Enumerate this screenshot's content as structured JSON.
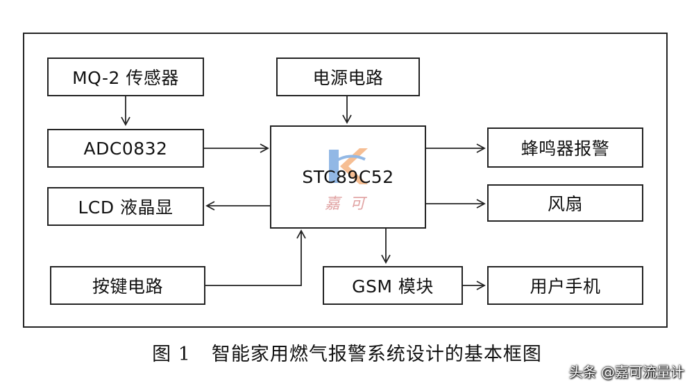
{
  "blocks": {
    "mq2": "MQ-2 传感器",
    "adc": "ADC0832",
    "lcd": "LCD 液晶显",
    "keys": "按键电路",
    "power": "电源电路",
    "mcu": "STC89C52",
    "buzzer": "蜂鸣器报警",
    "fan": "风扇",
    "gsm": "GSM 模块",
    "phone": "用户手机"
  },
  "caption": {
    "figure_no": "图 1",
    "title": "智能家用燃气报警系统设计的基本框图"
  },
  "watermark": {
    "text": "嘉可",
    "colors": {
      "blue": "#3a7fd0",
      "orange": "#f08a3c",
      "red": "#d98c8c"
    }
  },
  "credit": "头条 @嘉可流量计"
}
